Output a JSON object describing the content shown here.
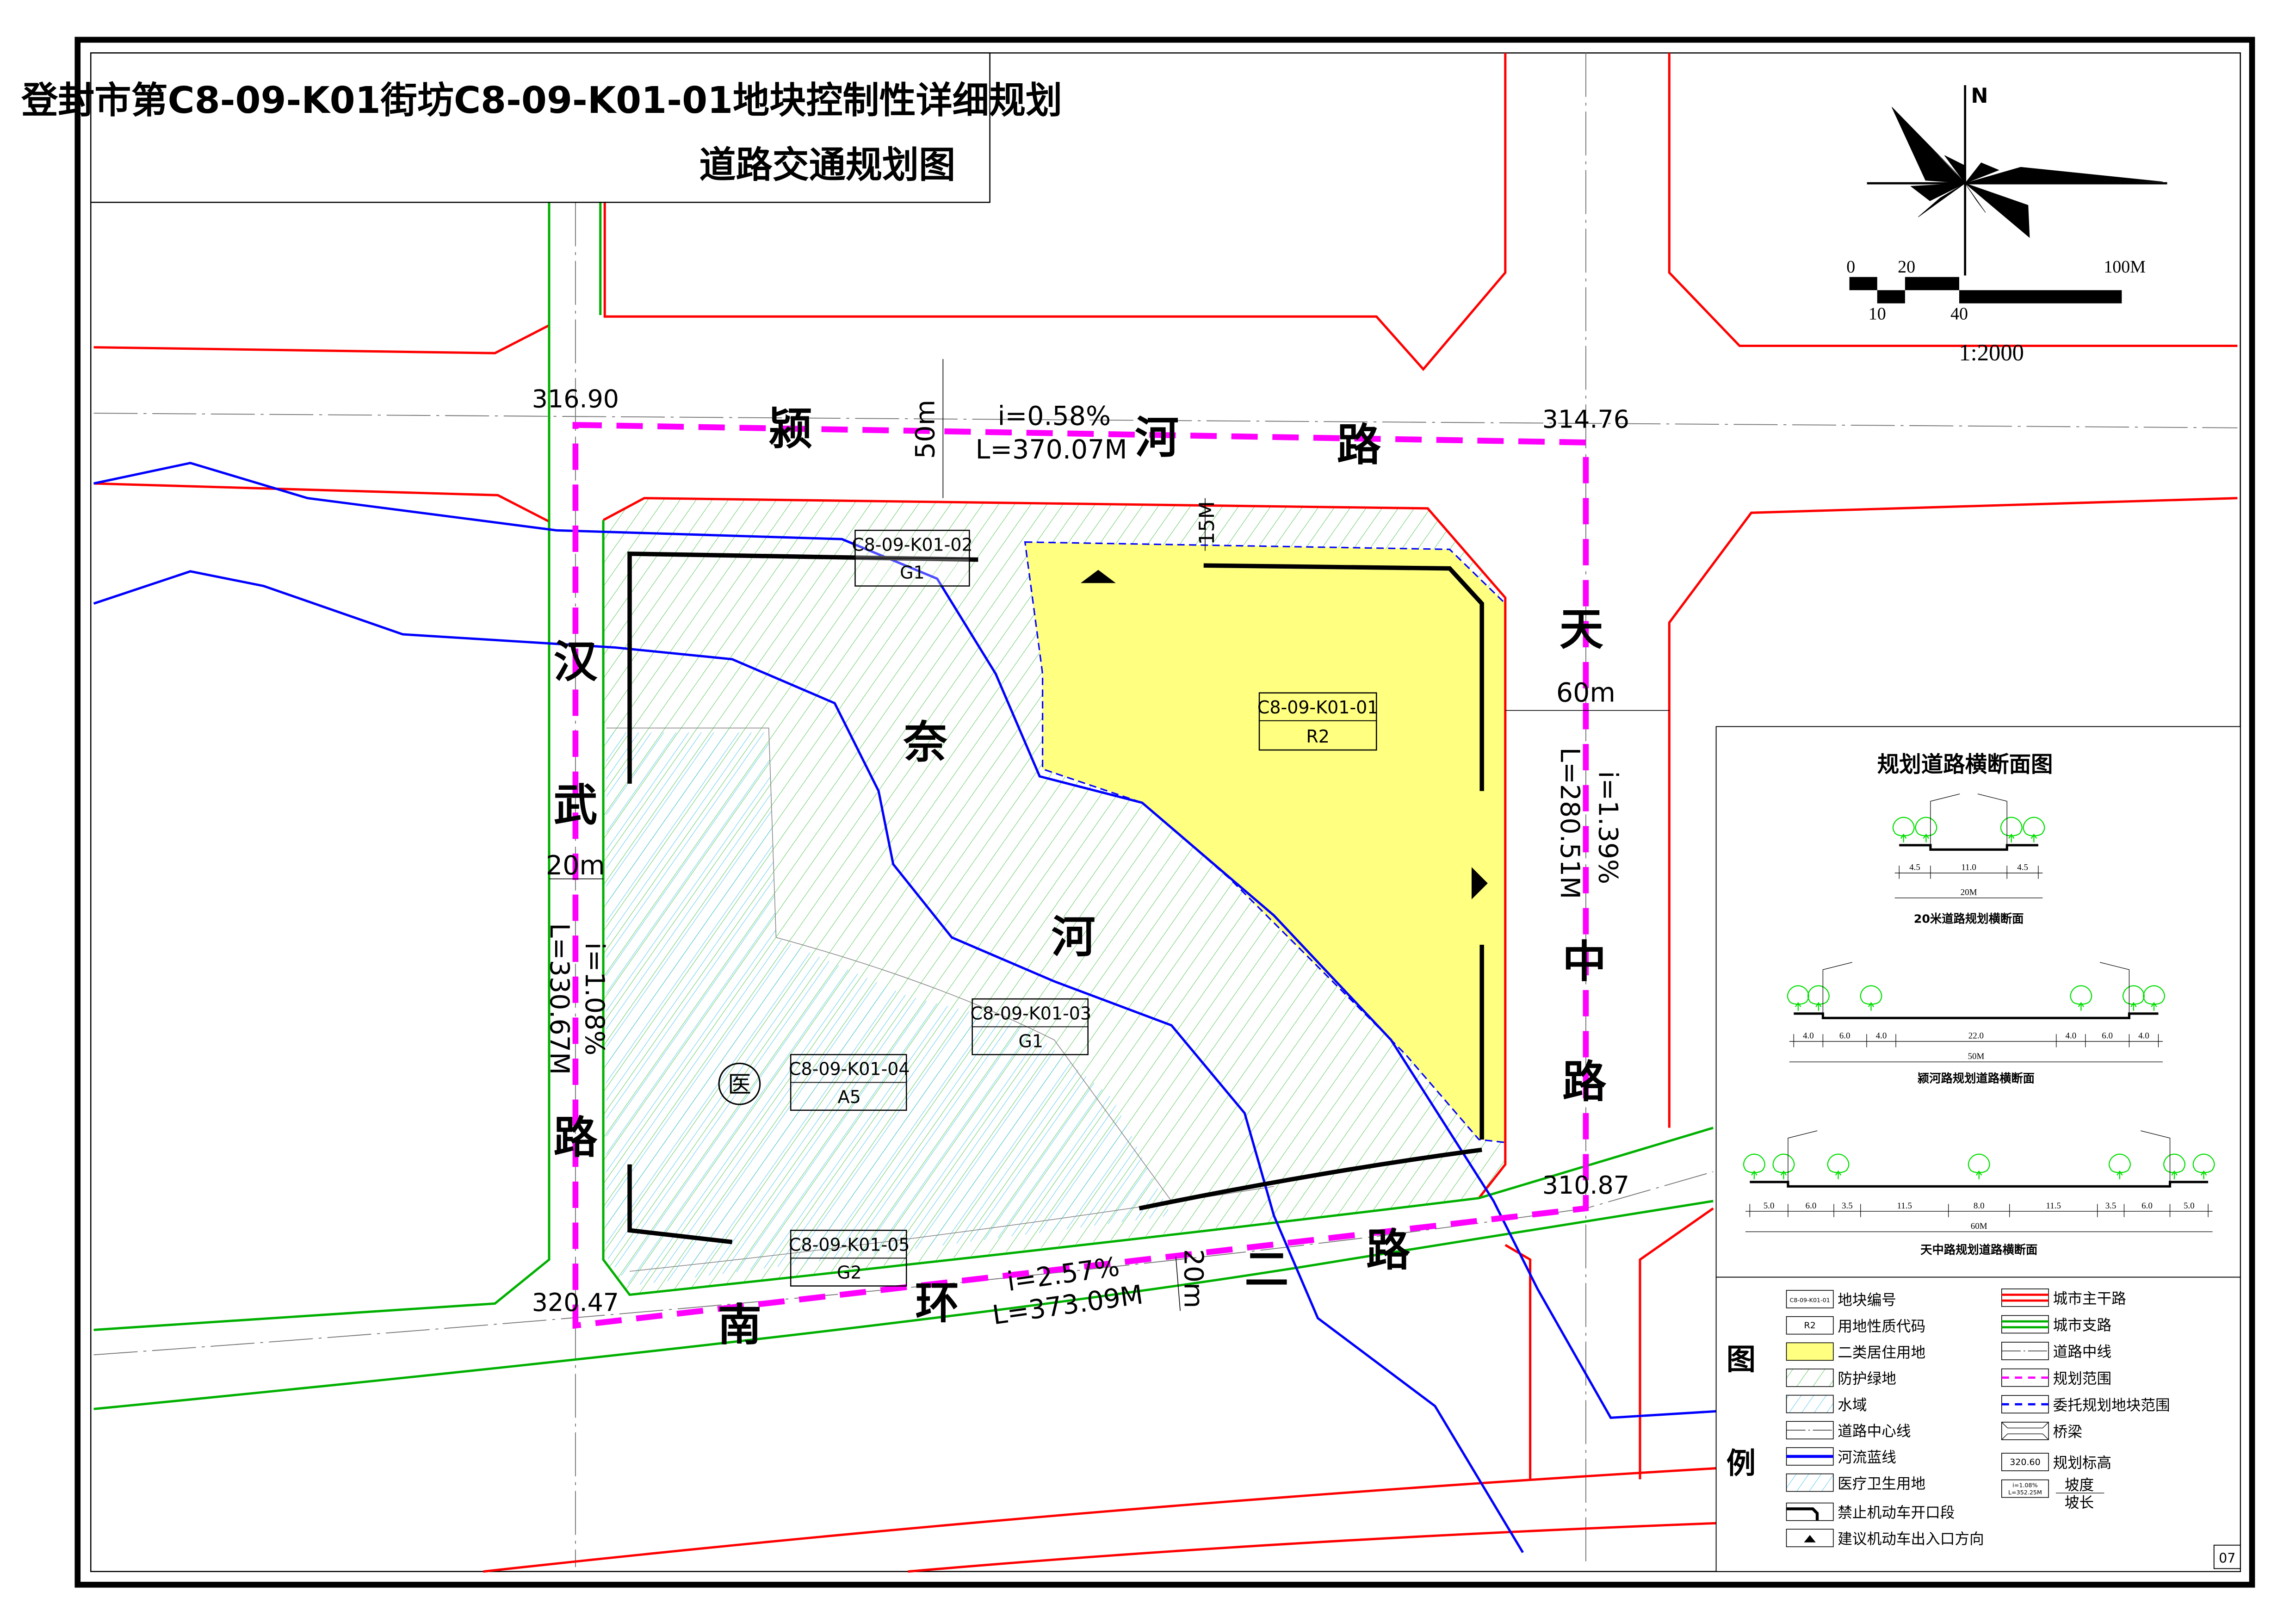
{
  "title": {
    "line1": "登封市第C8-09-K01街坊C8-09-K01-01地块控制性详细规划",
    "line2": "道路交通规划图"
  },
  "north": {
    "label": "N"
  },
  "scale_bar": {
    "ticks_top": [
      "0",
      "20",
      "100M"
    ],
    "ticks_bottom": [
      "10",
      "40"
    ],
    "ratio": "1:2000"
  },
  "colors": {
    "arterial": "#ff0000",
    "branch": "#00b000",
    "river": "#0000ff",
    "boundary": "#ff00ff",
    "residential": "#ffff80"
  },
  "roads": {
    "yinghe": [
      "颍",
      "河",
      "路"
    ],
    "tianzhong": [
      "天",
      "中",
      "路"
    ],
    "hanwu": [
      "汉",
      "武",
      "路"
    ],
    "nanhuan": [
      "南",
      "环",
      "二",
      "路"
    ],
    "river": [
      "奈",
      "河"
    ]
  },
  "widths": {
    "yinghe": "50m",
    "setback": "15M",
    "tianzhong": "60m",
    "hanwu": "20m",
    "nanhuan": "20m"
  },
  "slopes": {
    "yinghe": {
      "i": "i=0.58%",
      "L": "L=370.07M"
    },
    "tianzhong": {
      "i": "i=1.39%",
      "L": "L=280.51M"
    },
    "hanwu": {
      "i": "i=1.08%",
      "L": "L=330.67M"
    },
    "nanhuan": {
      "i": "i=2.57%",
      "L": "L=373.09M"
    }
  },
  "elevations": {
    "nw": "316.90",
    "ne": "314.76",
    "se": "310.87",
    "sw": "320.47"
  },
  "parcels": [
    {
      "id": "C8-09-K01-02",
      "code": "G1"
    },
    {
      "id": "C8-09-K01-01",
      "code": "R2"
    },
    {
      "id": "C8-09-K01-03",
      "code": "G1"
    },
    {
      "id": "C8-09-K01-04",
      "code": "A5"
    },
    {
      "id": "C8-09-K01-05",
      "code": "G2"
    }
  ],
  "hospital_symbol": "医",
  "sections": {
    "title": "规划道路横断面图",
    "items": [
      {
        "name": "20米道路规划横断面",
        "dims": [
          "4.5",
          "11.0",
          "4.5"
        ],
        "total": "20M"
      },
      {
        "name": "颍河路规划道路横断面",
        "dims": [
          "4.0",
          "6.0",
          "4.0",
          "22.0",
          "4.0",
          "6.0",
          "4.0"
        ],
        "total": "50M"
      },
      {
        "name": "天中路规划道路横断面",
        "dims": [
          "5.0",
          "6.0",
          "3.5",
          "11.5",
          "8.0",
          "11.5",
          "3.5",
          "6.0",
          "5.0"
        ],
        "total": "60M"
      }
    ]
  },
  "legend": {
    "heading": [
      "图",
      "例"
    ],
    "left": [
      {
        "type": "plot-id",
        "sample": "C8-09-K01-01",
        "label": "地块编号"
      },
      {
        "type": "code",
        "sample": "R2",
        "label": "用地性质代码"
      },
      {
        "type": "yellow",
        "label": "二类居住用地"
      },
      {
        "type": "green-hatch",
        "label": "防护绿地"
      },
      {
        "type": "blue-hatch",
        "label": "水域"
      },
      {
        "type": "centerline",
        "label": "道路中心线"
      },
      {
        "type": "river",
        "label": "河流蓝线"
      },
      {
        "type": "blue-hatch",
        "label": "医疗卫生用地"
      },
      {
        "type": "no-opening",
        "label": "禁止机动车开口段"
      },
      {
        "type": "entrance",
        "label": "建议机动车出入口方向"
      }
    ],
    "right": [
      {
        "type": "arterial",
        "label": "城市主干路"
      },
      {
        "type": "branch",
        "label": "城市支路"
      },
      {
        "type": "centerline",
        "label": "道路中线"
      },
      {
        "type": "boundary",
        "label": "规划范围"
      },
      {
        "type": "entrusted",
        "label": "委托规划地块范围"
      },
      {
        "type": "bridge",
        "label": "桥梁"
      },
      {
        "type": "elevation",
        "sample": "320.60",
        "label": "规划标高"
      },
      {
        "type": "slope",
        "sample": "i=1.08%",
        "sample2": "L=352.25M",
        "label": "坡度",
        "label2": "坡长"
      }
    ]
  },
  "page_number": "07"
}
